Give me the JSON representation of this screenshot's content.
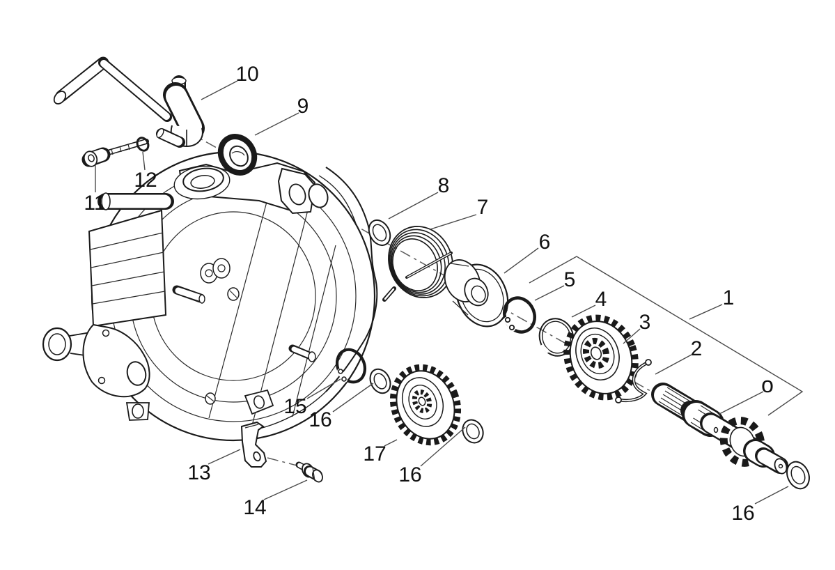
{
  "colors": {
    "background": "#ffffff",
    "line": "#1a1a1a",
    "label_text": "#111111",
    "leader_line": "#4a4a4a"
  },
  "diagram": {
    "type": "exploded-parts-diagram",
    "labels": {
      "p1": "1",
      "p2": "2",
      "p3": "3",
      "p4": "4",
      "p5": "5",
      "p6": "6",
      "p7": "7",
      "p8": "8",
      "p9": "9",
      "p10": "10",
      "p11": "11",
      "p12": "12",
      "p13": "13",
      "p14": "14",
      "p15": "15",
      "p16a": "16",
      "p16b": "16",
      "p16c": "16",
      "p17": "17",
      "po": "o"
    }
  }
}
